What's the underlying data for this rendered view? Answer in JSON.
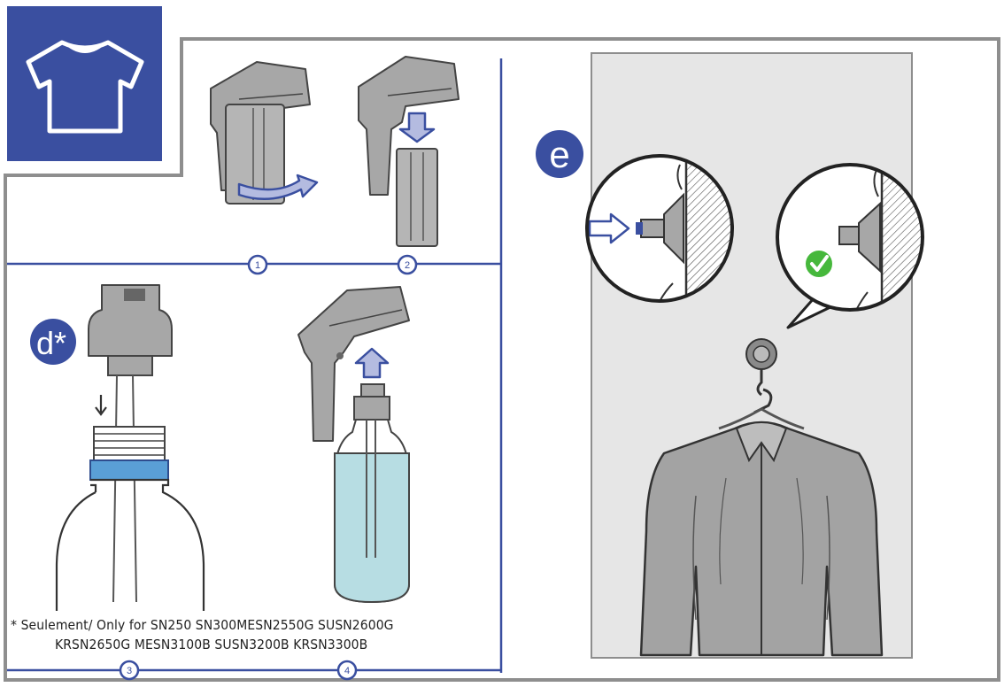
{
  "labels": {
    "d": "d*",
    "e": "e"
  },
  "steps": [
    "1",
    "2",
    "3",
    "4"
  ],
  "footnote": {
    "line1": "* Seulement/   Only for SN250 SN300MESN2550G SUSN2600G",
    "line2": "KRSN2650G MESN3100B SUSN3200B KRSN3300B"
  },
  "colors": {
    "accent_blue": "#3a4fa0",
    "device_grey": "#a7a7a7",
    "frame_grey": "#8e8e8e",
    "water": "#b7dde3",
    "panel_bg": "#e6e6e6",
    "check_green": "#46b83c"
  },
  "icons": [
    "tshirt-icon",
    "arrow-icon",
    "check-icon"
  ]
}
